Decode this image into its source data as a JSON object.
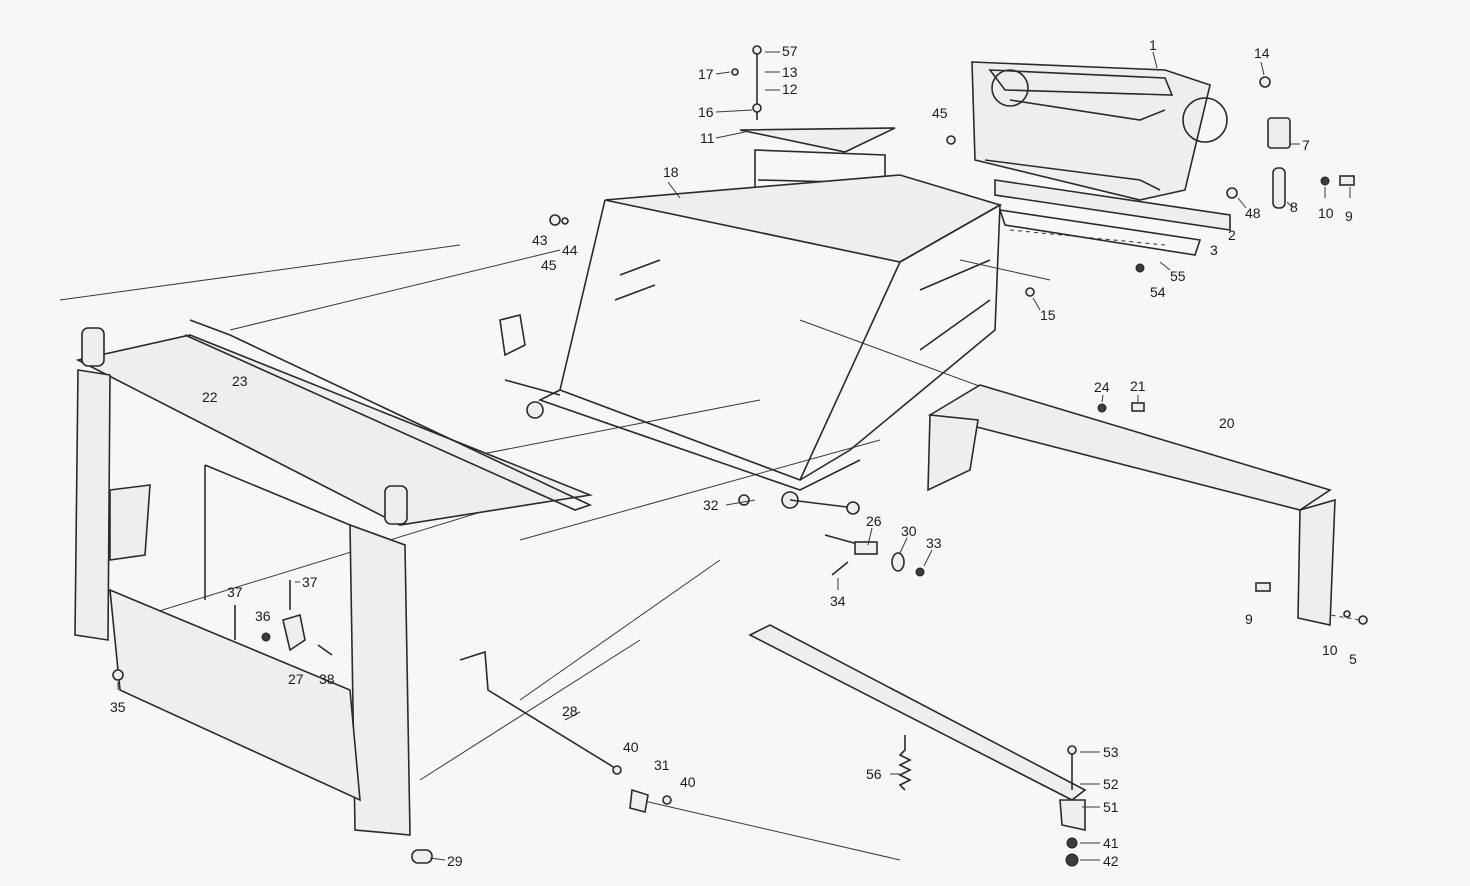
{
  "diagram": {
    "labels": {
      "p1": "1",
      "p2": "2",
      "p3": "3",
      "p5": "5",
      "p7": "7",
      "p8": "8",
      "p9a": "9",
      "p9b": "9",
      "p10a": "10",
      "p10b": "10",
      "p11": "11",
      "p12": "12",
      "p13": "13",
      "p14": "14",
      "p15": "15",
      "p16": "16",
      "p17": "17",
      "p18": "18",
      "p20": "20",
      "p21": "21",
      "p22": "22",
      "p23": "23",
      "p24": "24",
      "p26": "26",
      "p27": "27",
      "p28": "28",
      "p29": "29",
      "p30": "30",
      "p31": "31",
      "p32": "32",
      "p33": "33",
      "p34": "34",
      "p35": "35",
      "p36": "36",
      "p37a": "37",
      "p37b": "37",
      "p38": "38",
      "p40a": "40",
      "p40b": "40",
      "p41": "41",
      "p42": "42",
      "p43": "43",
      "p44": "44",
      "p45a": "45",
      "p45b": "45",
      "p48": "48",
      "p51": "51",
      "p52": "52",
      "p53": "53",
      "p54": "54",
      "p55": "55",
      "p56": "56",
      "p57": "57"
    }
  }
}
